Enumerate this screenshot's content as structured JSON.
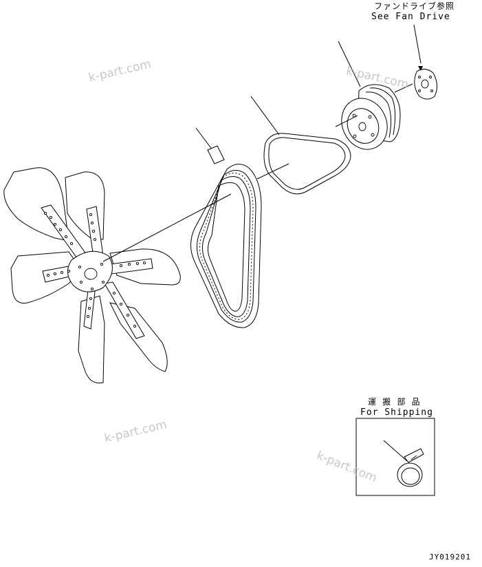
{
  "callouts": {
    "fan_drive_jp": "ファンドライブ参照",
    "fan_drive_en": "See Fan Drive",
    "shipping_jp": "運 搬 部 品",
    "shipping_en": "For Shipping"
  },
  "watermarks": [
    "k-part.com",
    "k-part.com",
    "k-part.com",
    "k-part.com"
  ],
  "drawing_number": "JY019201"
}
